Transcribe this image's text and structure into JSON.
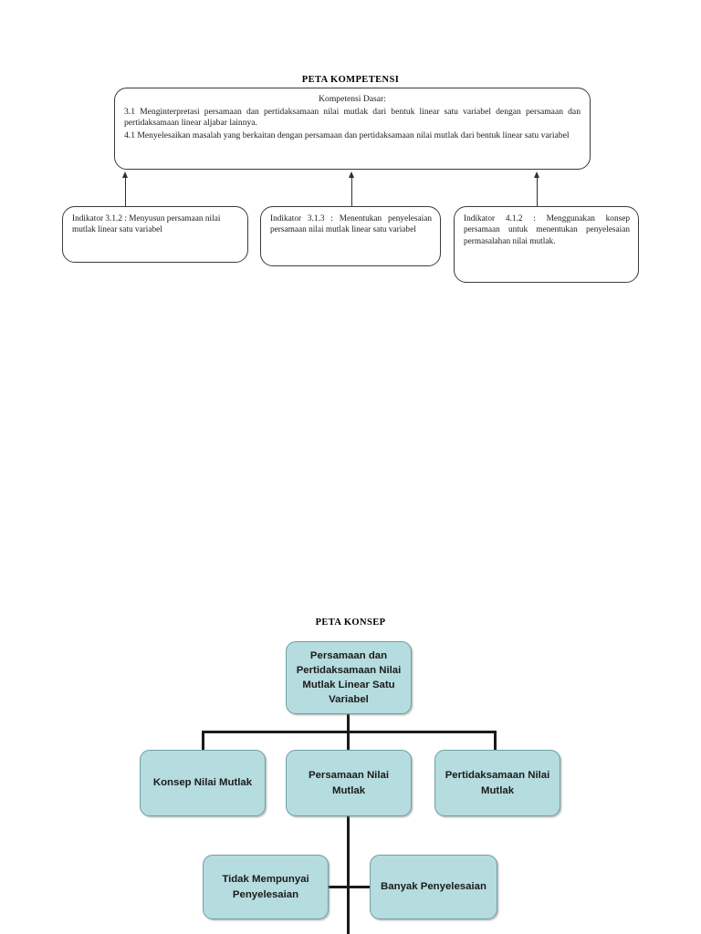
{
  "competency_map": {
    "title": "PETA KOMPETENSI",
    "kd_box": {
      "heading": "Kompetensi Dasar:",
      "line1": "3.1 Menginterpretasi persamaan dan pertidaksamaan nilai mutlak dari bentuk linear satu variabel dengan persamaan dan pertidaksamaan linear aljabar lainnya.",
      "line2": "4.1 Menyelesaikan masalah yang berkaitan dengan persamaan dan pertidaksamaan nilai mutlak dari bentuk linear satu variabel"
    },
    "indicators": [
      {
        "text": "Indikator 3.1.2 : Menyusun persamaan nilai mutlak linear satu variabel"
      },
      {
        "text": "Indikator 3.1.3 : Menentukan penyelesaian persamaan nilai mutlak linear satu variabel"
      },
      {
        "text": "Indikator 4.1.2 : Menggunakan konsep persamaan untuk menentukan penyelesaian permasalahan nilai mutlak."
      }
    ]
  },
  "concept_map": {
    "title": "PETA KONSEP",
    "root": {
      "label": "Persamaan dan Pertidaksamaan Nilai Mutlak Linear Satu Variabel"
    },
    "level2": [
      {
        "label": "Konsep Nilai Mutlak"
      },
      {
        "label": "Persamaan Nilai Mutlak"
      },
      {
        "label": "Pertidaksamaan Nilai Mutlak"
      }
    ],
    "level3": [
      {
        "label": "Tidak Mempunyai Penyelesaian"
      },
      {
        "label": "Banyak Penyelesaian"
      }
    ]
  },
  "colors": {
    "node_fill": "#b5dcdf",
    "node_border": "#6f9fa3",
    "connector": "#1a1a1a",
    "text": "#1b1b1b"
  }
}
